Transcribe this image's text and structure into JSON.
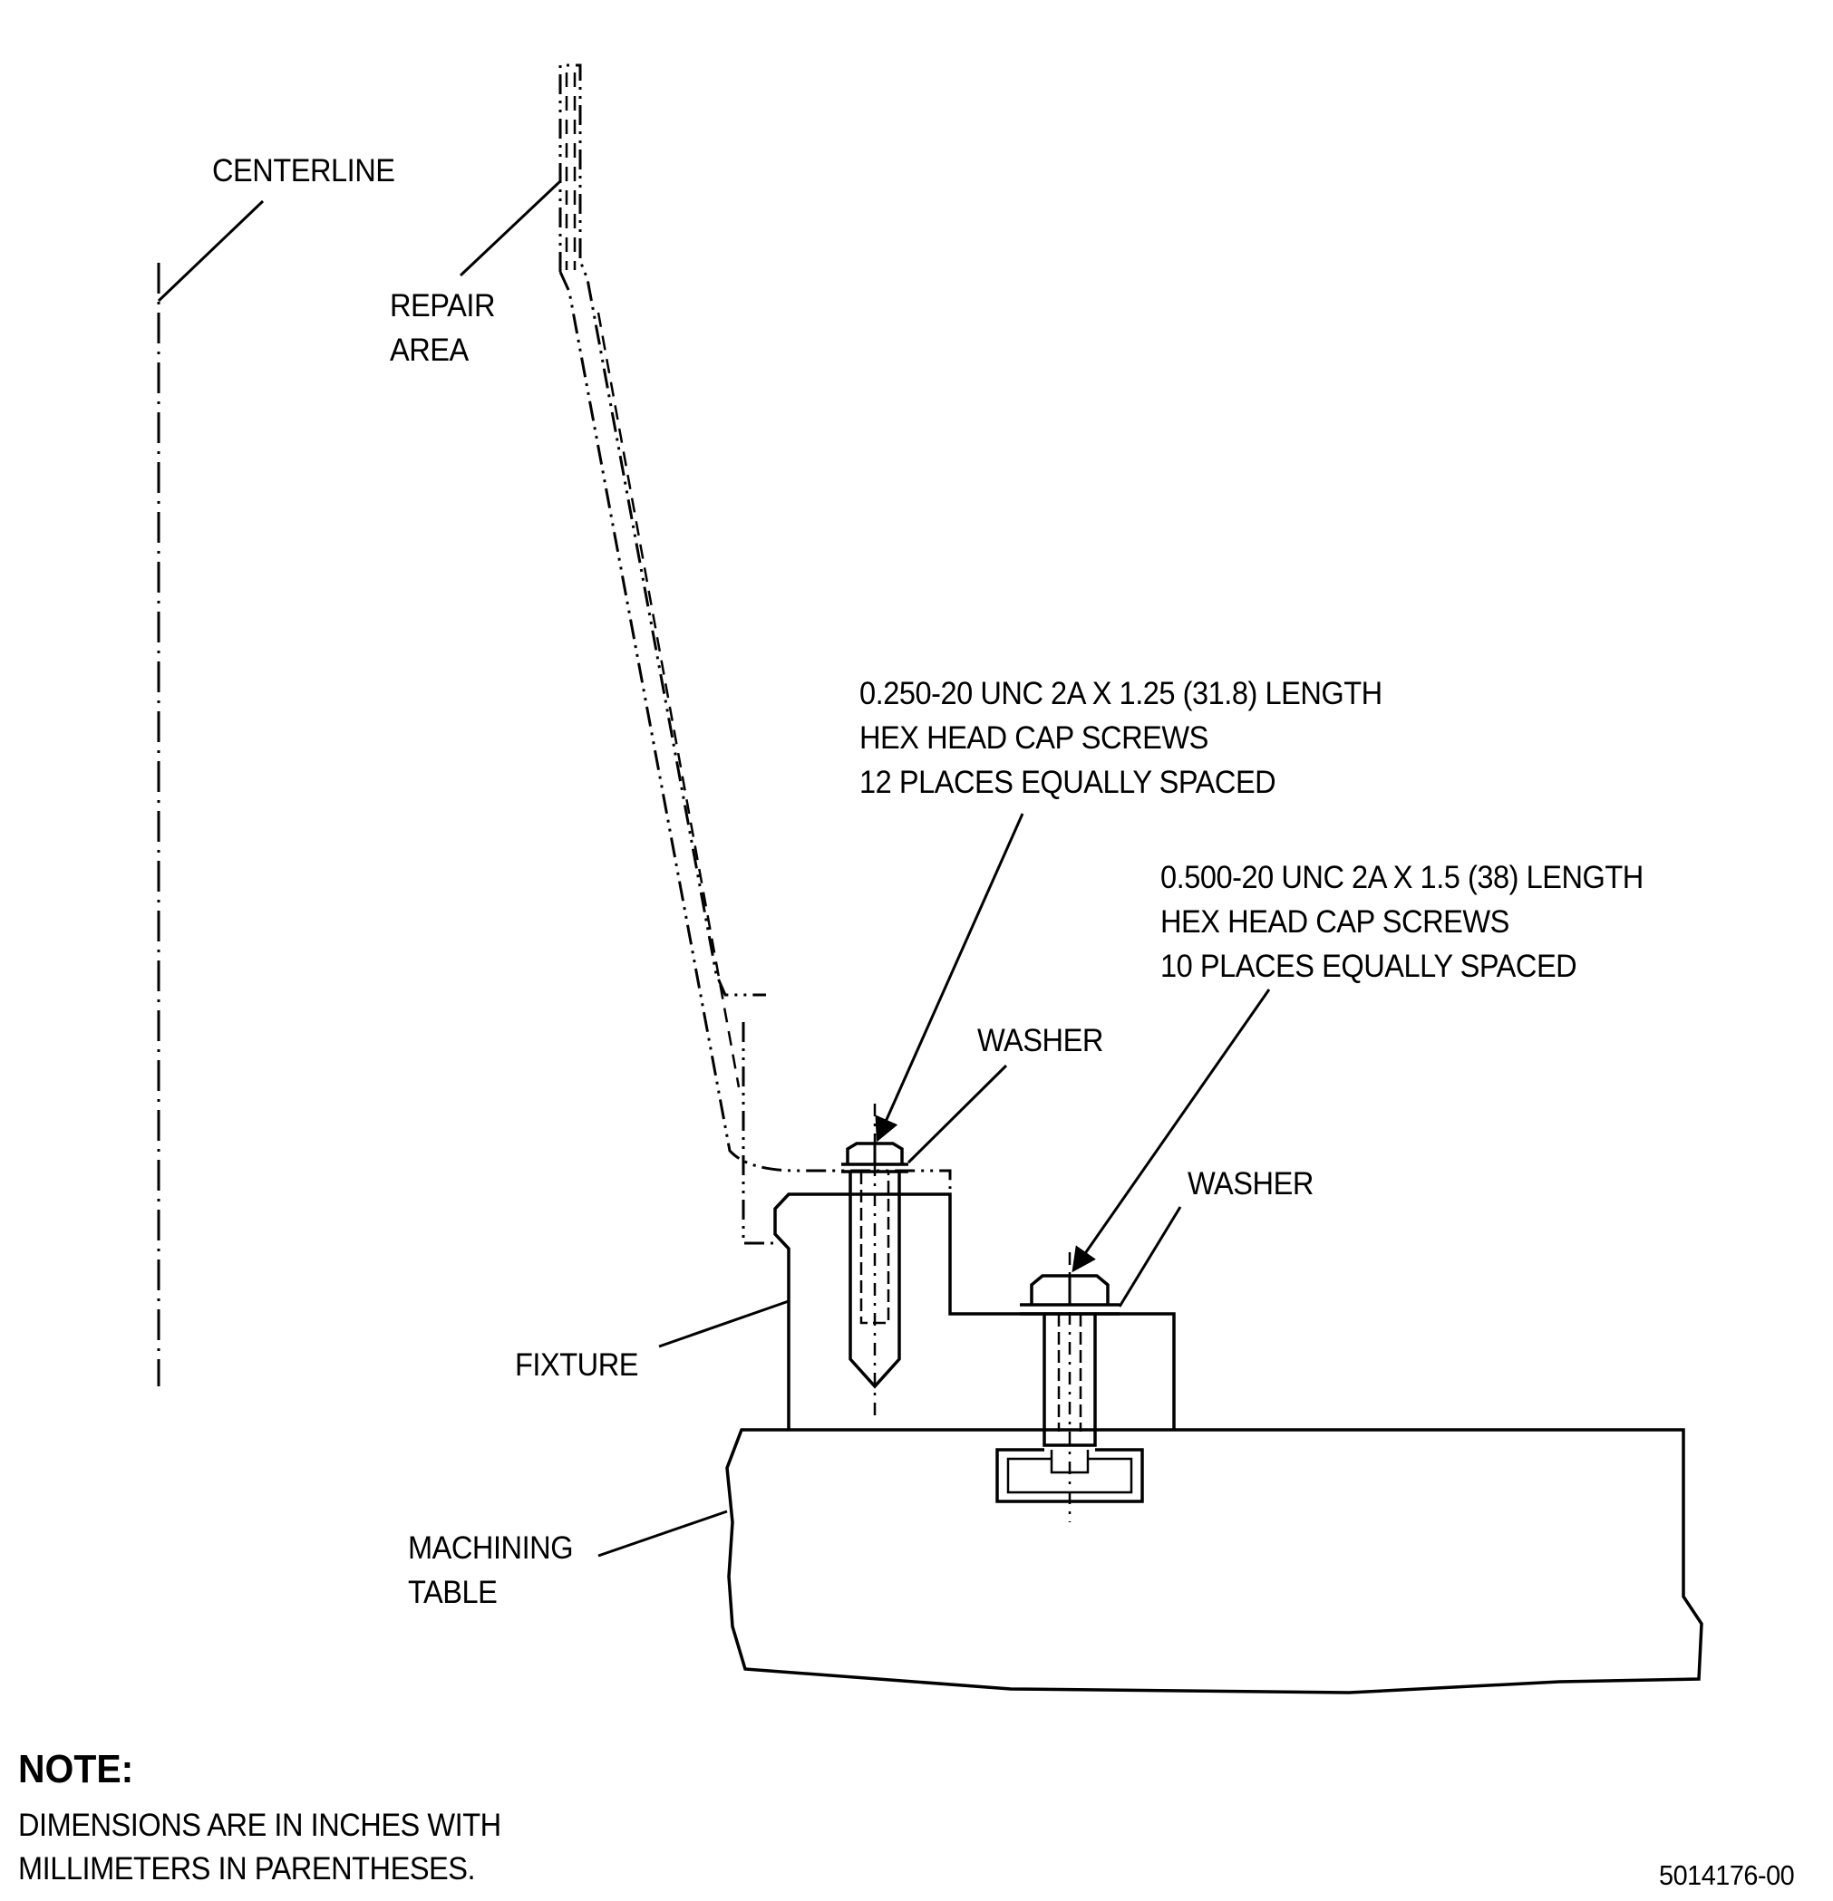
{
  "labels": {
    "centerline": "CENTERLINE",
    "repair_area_line1": "REPAIR",
    "repair_area_line2": "AREA",
    "screw_small_line1": "0.250-20 UNC 2A X 1.25 (31.8) LENGTH",
    "screw_small_line2": "HEX HEAD CAP SCREWS",
    "screw_small_line3": "12 PLACES EQUALLY SPACED",
    "screw_large_line1": "0.500-20 UNC 2A X 1.5 (38) LENGTH",
    "screw_large_line2": "HEX HEAD CAP SCREWS",
    "screw_large_line3": "10 PLACES EQUALLY SPACED",
    "washer_upper": "WASHER",
    "washer_lower": "WASHER",
    "fixture": "FIXTURE",
    "machining_table_line1": "MACHINING",
    "machining_table_line2": "TABLE"
  },
  "note": {
    "heading": "NOTE:",
    "line1": "DIMENSIONS ARE IN INCHES WITH",
    "line2": "MILLIMETERS IN PARENTHESES."
  },
  "figure_id": "5014176-00"
}
